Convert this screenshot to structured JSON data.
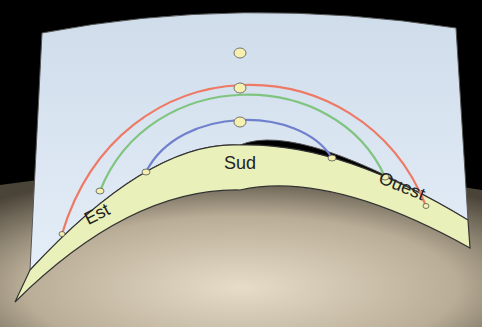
{
  "diagram": {
    "labels": [
      "Est",
      "Sud",
      "Ouest"
    ]
  }
}
